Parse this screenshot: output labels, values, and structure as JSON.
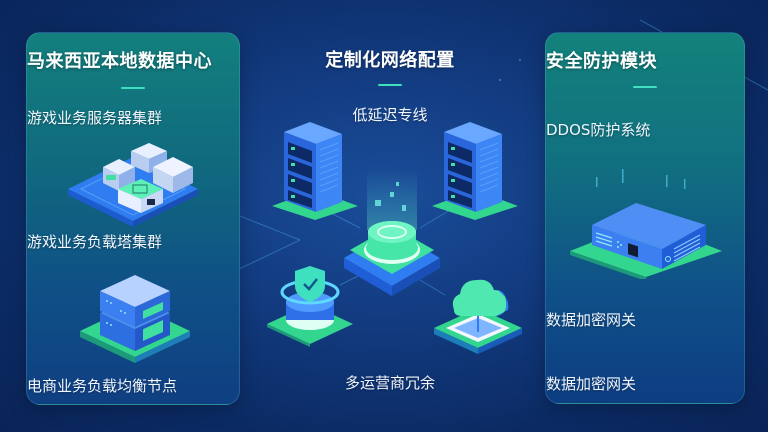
{
  "left_panel": {
    "title": "马来西亚本地数据中心",
    "items": [
      {
        "label": "游戏业务服务器集群",
        "icon": "server-cluster-icon"
      },
      {
        "label": "游戏业务负载塔集群",
        "icon": "server-rack-icon"
      },
      {
        "label": "电商业务负载均衡节点",
        "icon": "load-balancer-icon"
      }
    ]
  },
  "center_panel": {
    "title": "定制化网络配置",
    "items": [
      {
        "label": "低延迟专线",
        "icon": "server-tower-icon"
      },
      {
        "label": "多运营商冗余",
        "icon": "network-hub-icon"
      }
    ],
    "icons": [
      "server-tower-icon",
      "server-tower-icon",
      "network-hub-icon",
      "shield-icon",
      "cloud-icon"
    ]
  },
  "right_panel": {
    "title": "安全防护模块",
    "items": [
      {
        "label": "DDOS防护系统",
        "icon": "firewall-appliance-icon"
      },
      {
        "label": "数据加密网关"
      },
      {
        "label": "数据加密网关"
      }
    ]
  },
  "colors": {
    "background": "#123a7e",
    "panel_top": "#13807e",
    "accent_green": "#3fe0a0",
    "accent_blue": "#2f7df0",
    "divider": "#3fe0c0"
  }
}
